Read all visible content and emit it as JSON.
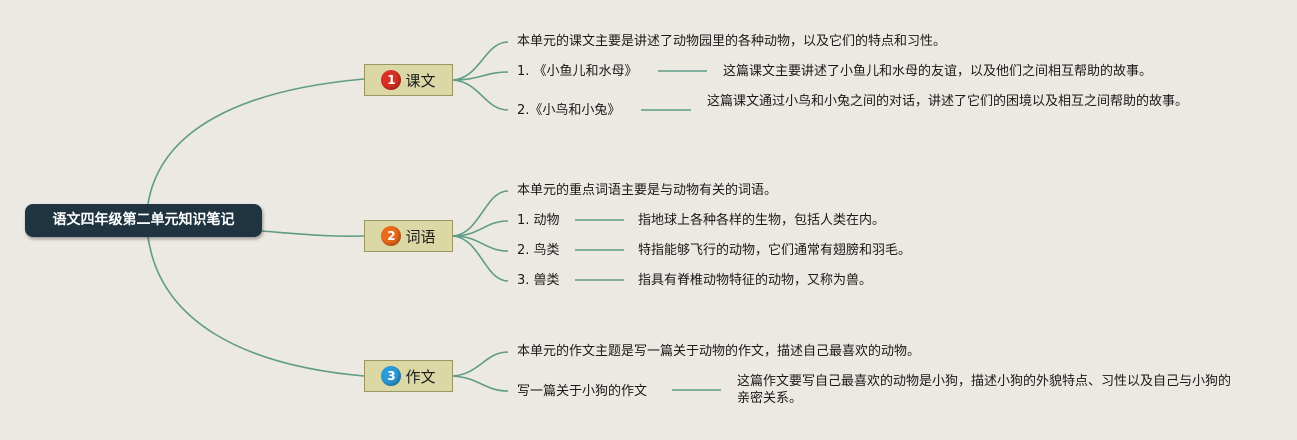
{
  "root": {
    "title": "语文四年级第二单元知识笔记"
  },
  "colors": {
    "root_bg": "#1f3440",
    "branch_bg": "#dcd8a6",
    "line": "#5f9c86",
    "badge_1": "#d93025",
    "badge_2": "#ea6a1a",
    "badge_3": "#2c9ad8"
  },
  "branches": [
    {
      "badge": "1",
      "label": "课文",
      "summary": "本单元的课文主要是讲述了动物园里的各种动物，以及它们的特点和习性。",
      "items": [
        {
          "title": "1. 《小鱼儿和水母》",
          "detail": "这篇课文主要讲述了小鱼儿和水母的友谊，以及他们之间相互帮助的故事。"
        },
        {
          "title": "2.《小鸟和小兔》",
          "detail": "这篇课文通过小鸟和小兔之间的对话，讲述了它们的困境以及相互之间帮助的故事。"
        }
      ]
    },
    {
      "badge": "2",
      "label": "词语",
      "summary": "本单元的重点词语主要是与动物有关的词语。",
      "items": [
        {
          "title": "1. 动物",
          "detail": "指地球上各种各样的生物，包括人类在内。"
        },
        {
          "title": "2. 鸟类",
          "detail": "特指能够飞行的动物，它们通常有翅膀和羽毛。"
        },
        {
          "title": "3. 兽类",
          "detail": "指具有脊椎动物特征的动物，又称为兽。"
        }
      ]
    },
    {
      "badge": "3",
      "label": "作文",
      "summary": "本单元的作文主题是写一篇关于动物的作文，描述自己最喜欢的动物。",
      "items": [
        {
          "title": "写一篇关于小狗的作文",
          "detail": "这篇作文要写自己最喜欢的动物是小狗，描述小狗的外貌特点、习性以及自己与小狗的亲密关系。"
        }
      ]
    }
  ]
}
